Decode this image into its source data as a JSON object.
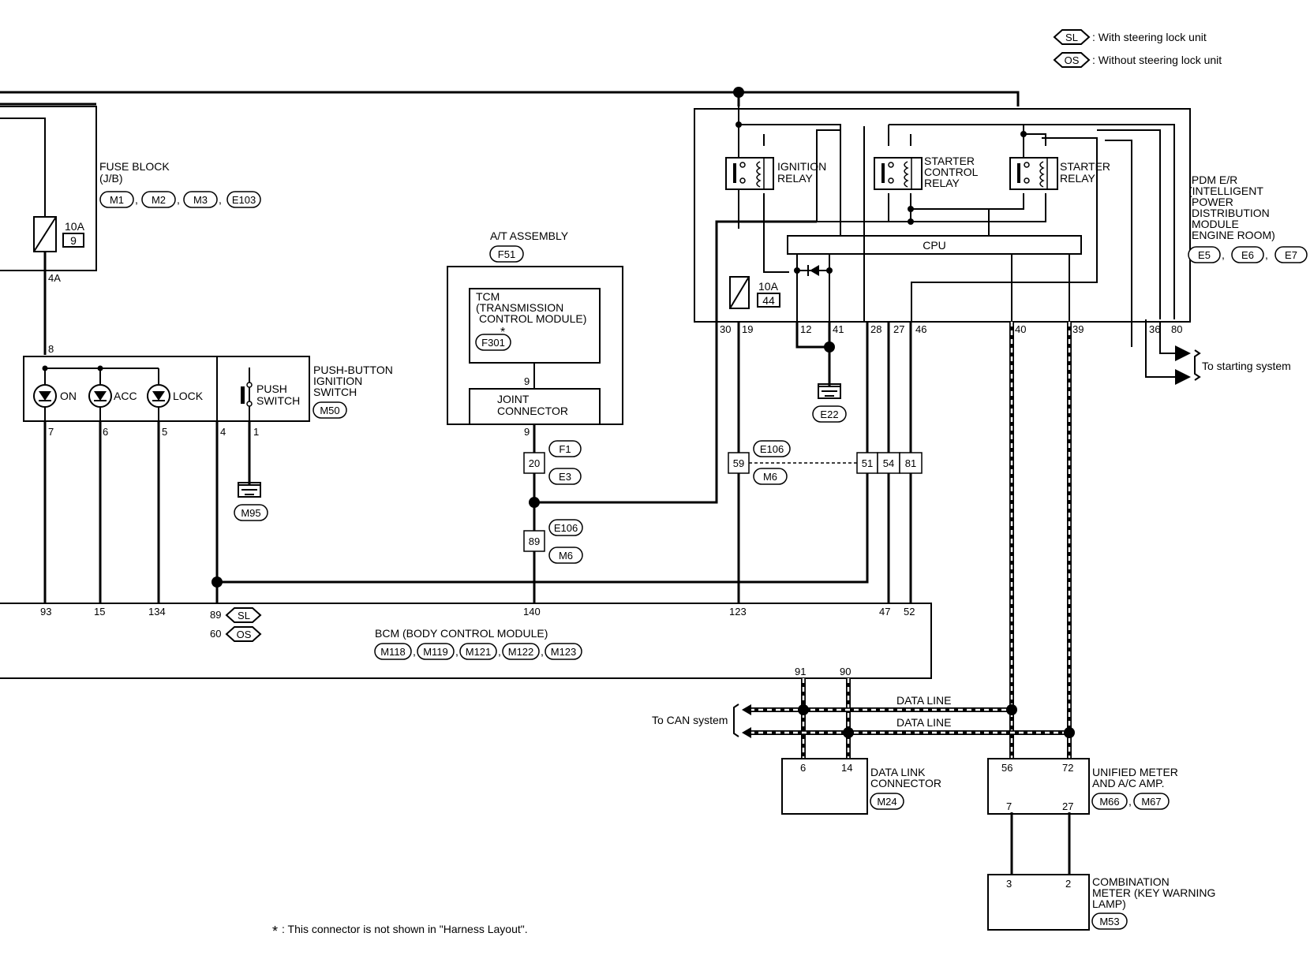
{
  "legend": {
    "sl": {
      "tag": "SL",
      "text": ": With steering lock unit"
    },
    "os": {
      "tag": "OS",
      "text": ": Without steering lock unit"
    }
  },
  "fuse_block": {
    "title": "FUSE BLOCK",
    "sub": "(J/B)",
    "connectors": [
      "M1",
      "M2",
      "M3",
      "E103"
    ],
    "fuse_rating": "10A",
    "fuse_no": "9",
    "out_pin": "4A"
  },
  "push_button": {
    "title1": "PUSH-BUTTON",
    "title2": "IGNITION",
    "title3": "SWITCH",
    "connector": "M50",
    "top_pin": "8",
    "leds": [
      "ON",
      "ACC",
      "LOCK"
    ],
    "switch1": "PUSH",
    "switch2": "SWITCH",
    "pins": [
      "7",
      "6",
      "5",
      "4",
      "1"
    ],
    "ground": "M95"
  },
  "at_assembly": {
    "title": "A/T ASSEMBLY",
    "connector": "F51",
    "tcm1": "TCM",
    "tcm2": "(TRANSMISSION",
    "tcm3": "CONTROL MODULE)",
    "star": "*",
    "tcm_conn": "F301",
    "pin_top": "9",
    "joint1": "JOINT",
    "joint2": "CONNECTOR",
    "pin_bottom": "9"
  },
  "ipdm": {
    "title1": "IPDM E/R",
    "title2": "(INTELLIGENT",
    "title3": "POWER",
    "title4": "DISTRIBUTION",
    "title5": "MODULE",
    "title6": "ENGINE ROOM)",
    "connectors": [
      "E5",
      "E6",
      "E7"
    ],
    "ign_relay1": "IGNITION",
    "ign_relay2": "RELAY",
    "stc_relay1": "STARTER",
    "stc_relay2": "CONTROL",
    "stc_relay3": "RELAY",
    "st_relay1": "STARTER",
    "st_relay2": "RELAY",
    "cpu": "CPU",
    "fuse_rating": "10A",
    "fuse_no": "44",
    "pins": [
      "30",
      "19",
      "12",
      "41",
      "28",
      "27",
      "46",
      "40",
      "39",
      "36",
      "80"
    ],
    "ground": "E22",
    "to_starting": "To starting system"
  },
  "inline": {
    "f1": "F1",
    "e3": "E3",
    "pin20": "20",
    "e106a": "E106",
    "m6a": "M6",
    "pin89": "89",
    "e106b": "E106",
    "m6b": "M6",
    "pin59": "59",
    "pin51": "51",
    "pin54": "54",
    "pin81": "81"
  },
  "bcm": {
    "title": "BCM (BODY CONTROL MODULE)",
    "connectors": [
      "M118",
      "M119",
      "M121",
      "M122",
      "M123"
    ],
    "pins": [
      "93",
      "15",
      "134",
      "89",
      "60",
      "140",
      "123",
      "47",
      "52",
      "91",
      "90"
    ],
    "sl": "SL",
    "os": "OS"
  },
  "can": {
    "to_can": "To CAN system",
    "data_line": "DATA LINE"
  },
  "dlc": {
    "title1": "DATA LINK",
    "title2": "CONNECTOR",
    "connector": "M24",
    "pins": [
      "6",
      "14"
    ]
  },
  "meter": {
    "title1": "UNIFIED METER",
    "title2": "AND A/C AMP.",
    "connectors": [
      "M66",
      "M67"
    ],
    "pins": [
      "56",
      "72",
      "7",
      "27"
    ]
  },
  "combo": {
    "title1": "COMBINATION",
    "title2": "METER (KEY WARNING",
    "title3": "LAMP)",
    "connector": "M53",
    "pins": [
      "3",
      "2"
    ]
  },
  "footnote": {
    "star": "*",
    "text": ": This connector is not shown in \"Harness Layout\"."
  }
}
